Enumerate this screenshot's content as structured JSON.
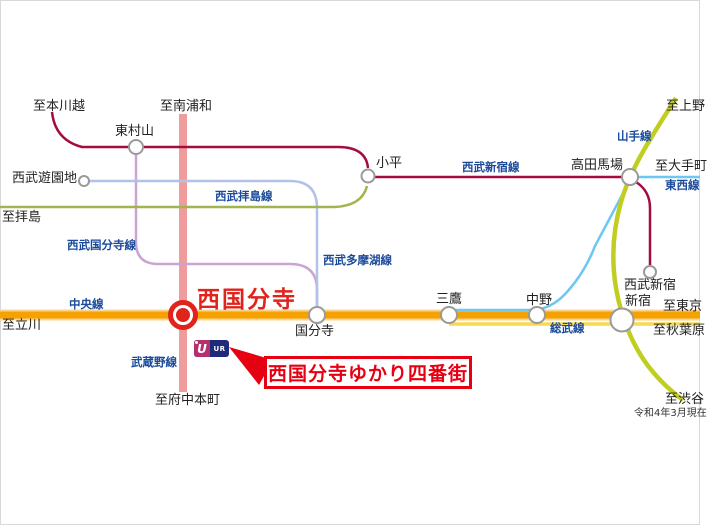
{
  "map": {
    "as_of": "令和4年3月現在",
    "colors": {
      "musashino": "#f19c9c",
      "chuo": "#f5a200",
      "chuo_border": "#fbd38d",
      "sobu": "#f7d952",
      "tozai": "#6cc8f2",
      "yamanote": "#c1ce21",
      "haijima": "#a0b54e",
      "tamako": "#b2c1e8",
      "kokubunji_line": "#cba4d5",
      "seibu_shinjuku_line": "#a30d3c",
      "station_red": "#e0241c",
      "highlight_red": "#e60012",
      "label_blue": "#1b4a9b",
      "station_stroke": "#9a9a9a",
      "station_fill": "#ffffff",
      "ur_navy": "#1f2a7b",
      "ur_magenta": "#b5306f"
    },
    "line_labels": {
      "seibu_shinjuku": "西武新宿線",
      "yamanote": "山手線",
      "tozai": "東西線",
      "haijima": "西武拝島線",
      "kokubunji": "西武国分寺線",
      "tamako": "西武多摩湖線",
      "chuo": "中央線",
      "sobu": "総武線",
      "musashino": "武蔵野線"
    },
    "stations": {
      "higashi_murayama": "東村山",
      "seibu_yuenchi": "西武遊園地",
      "kodaira": "小平",
      "takadanobaba": "高田馬場",
      "seibu_shinjuku": "西武新宿",
      "shinjuku": "新宿",
      "nakano": "中野",
      "mitaka": "三鷹",
      "kokubunji": "国分寺",
      "nishi_kokubunji": "西国分寺"
    },
    "destinations": {
      "hon_kawagoe": "至本川越",
      "minami_urawa": "至南浦和",
      "haijima": "至拝島",
      "ueno": "至上野",
      "otemachi": "至大手町",
      "tokyo": "至東京",
      "akihabara": "至秋葉原",
      "tachikawa": "至立川",
      "fuchu_hommachi": "至府中本町",
      "shibuya": "至渋谷"
    },
    "banner": {
      "text": "西国分寺ゆかり四番街",
      "ur_logo": "UR",
      "ur_u": "U"
    }
  }
}
